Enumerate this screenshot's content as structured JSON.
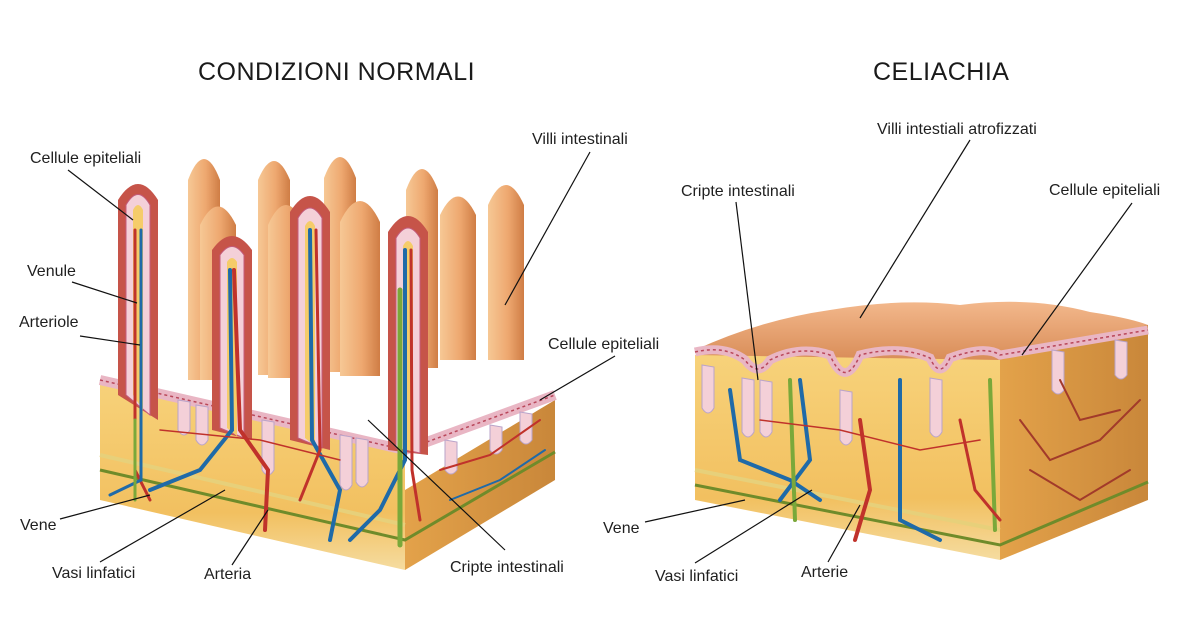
{
  "normal": {
    "title": "CONDIZIONI NORMALI",
    "labels": {
      "cellule_epiteliali_top": "Cellule epiteliali",
      "venule": "Venule",
      "arteriole": "Arteriole",
      "villi_intestinali": "Villi intestinali",
      "cellule_epiteliali_right": "Cellule epiteliali",
      "vene": "Vene",
      "vasi_linfatici": "Vasi linfatici",
      "arteria": "Arteria",
      "cripte_intestinali": "Cripte intestinali"
    }
  },
  "celiac": {
    "title": "CELIACHIA",
    "labels": {
      "villi_atrofizzati": "Villi intestiali atrofizzati",
      "cripte_intestinali": "Cripte intestinali",
      "cellule_epiteliali": "Cellule epiteliali",
      "vene": "Vene",
      "vasi_linfatici": "Vasi linfatici",
      "arterie": "Arterie"
    }
  },
  "colors": {
    "villus_light": "#f2b27c",
    "villus_dark": "#d9874f",
    "section_red": "#b3473f",
    "epithelium": "#f3cfd8",
    "tissue_yellow": "#f3c565",
    "tissue_side": "#e6a94a",
    "vein_blue": "#1f6aa8",
    "artery_red": "#c0322b",
    "lymph_green": "#7aa83a"
  }
}
